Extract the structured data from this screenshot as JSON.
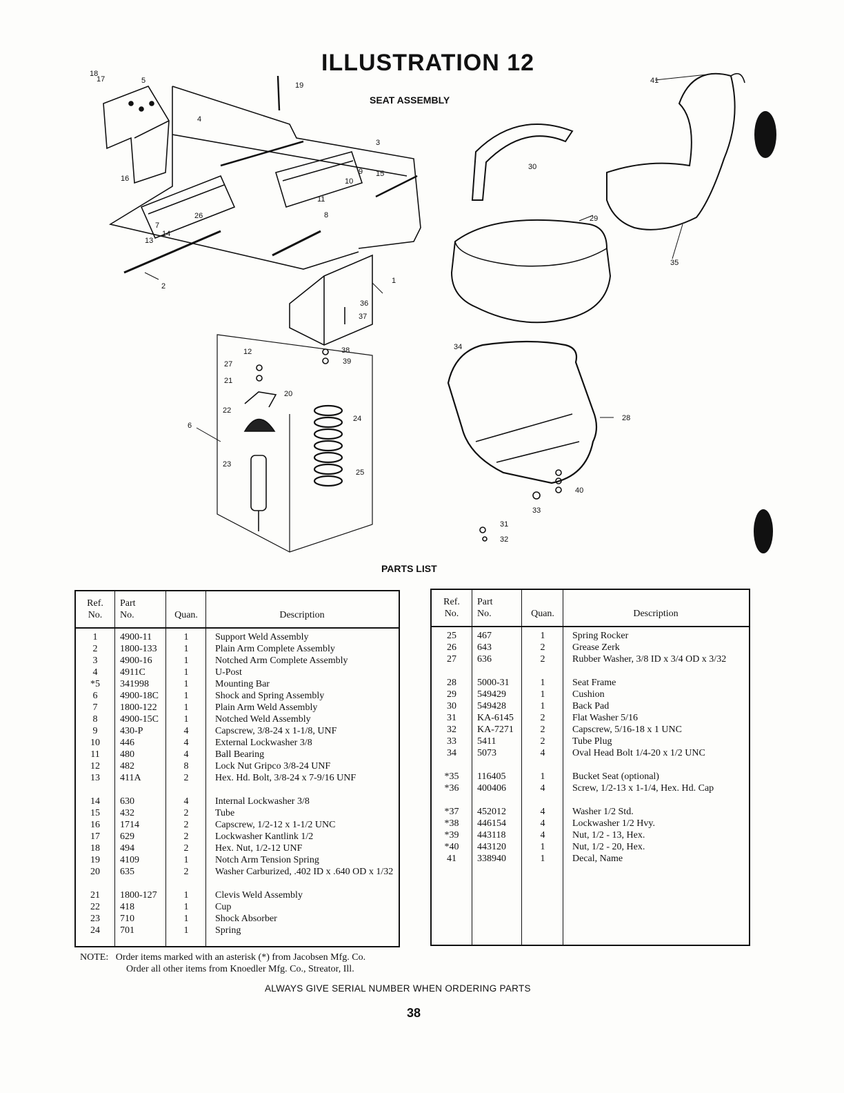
{
  "title": "ILLUSTRATION 12",
  "subtitle": "SEAT ASSEMBLY",
  "parts_list_heading": "PARTS LIST",
  "table_headers": {
    "ref": "Ref. No.",
    "part": "Part No.",
    "quan": "Quan.",
    "desc": "Description"
  },
  "left_table": [
    {
      "ref": "1",
      "part": "4900-11",
      "quan": "1",
      "desc": "Support Weld Assembly"
    },
    {
      "ref": "2",
      "part": "1800-133",
      "quan": "1",
      "desc": "Plain Arm Complete Assembly"
    },
    {
      "ref": "3",
      "part": "4900-16",
      "quan": "1",
      "desc": "Notched Arm Complete Assembly"
    },
    {
      "ref": "4",
      "part": "4911C",
      "quan": "1",
      "desc": "U-Post"
    },
    {
      "ref": "*5",
      "part": "341998",
      "quan": "1",
      "desc": "Mounting Bar"
    },
    {
      "ref": "6",
      "part": "4900-18C",
      "quan": "1",
      "desc": "Shock and Spring Assembly"
    },
    {
      "ref": "7",
      "part": "1800-122",
      "quan": "1",
      "desc": "Plain Arm Weld Assembly"
    },
    {
      "ref": "8",
      "part": "4900-15C",
      "quan": "1",
      "desc": "Notched Weld Assembly"
    },
    {
      "ref": "9",
      "part": "430-P",
      "quan": "4",
      "desc": "Capscrew, 3/8-24 x 1-1/8, UNF"
    },
    {
      "ref": "10",
      "part": "446",
      "quan": "4",
      "desc": "External Lockwasher 3/8"
    },
    {
      "ref": "11",
      "part": "480",
      "quan": "4",
      "desc": "Ball Bearing"
    },
    {
      "ref": "12",
      "part": "482",
      "quan": "8",
      "desc": "Lock Nut Gripco 3/8-24 UNF"
    },
    {
      "ref": "13",
      "part": "411A",
      "quan": "2",
      "desc": "Hex. Hd. Bolt, 3/8-24 x 7-9/16 UNF"
    },
    {
      "ref": "14",
      "part": "630",
      "quan": "4",
      "desc": "Internal Lockwasher 3/8"
    },
    {
      "ref": "15",
      "part": "432",
      "quan": "2",
      "desc": "Tube"
    },
    {
      "ref": "16",
      "part": "1714",
      "quan": "2",
      "desc": "Capscrew, 1/2-12 x 1-1/2 UNC"
    },
    {
      "ref": "17",
      "part": "629",
      "quan": "2",
      "desc": "Lockwasher Kantlink 1/2"
    },
    {
      "ref": "18",
      "part": "494",
      "quan": "2",
      "desc": "Hex. Nut, 1/2-12 UNF"
    },
    {
      "ref": "19",
      "part": "4109",
      "quan": "1",
      "desc": "Notch Arm Tension Spring"
    },
    {
      "ref": "20",
      "part": "635",
      "quan": "2",
      "desc": "Washer Carburized, .402 ID x .640 OD x 1/32"
    },
    {
      "ref": "21",
      "part": "1800-127",
      "quan": "1",
      "desc": "Clevis Weld Assembly"
    },
    {
      "ref": "22",
      "part": "418",
      "quan": "1",
      "desc": "Cup"
    },
    {
      "ref": "23",
      "part": "710",
      "quan": "1",
      "desc": "Shock Absorber"
    },
    {
      "ref": "24",
      "part": "701",
      "quan": "1",
      "desc": "Spring"
    }
  ],
  "right_table": [
    {
      "ref": "25",
      "part": "467",
      "quan": "1",
      "desc": "Spring Rocker"
    },
    {
      "ref": "26",
      "part": "643",
      "quan": "2",
      "desc": "Grease Zerk"
    },
    {
      "ref": "27",
      "part": "636",
      "quan": "2",
      "desc": "Rubber Washer, 3/8 ID x 3/4 OD x 3/32"
    },
    {
      "ref": "28",
      "part": "5000-31",
      "quan": "1",
      "desc": "Seat Frame"
    },
    {
      "ref": "29",
      "part": "549429",
      "quan": "1",
      "desc": "Cushion"
    },
    {
      "ref": "30",
      "part": "549428",
      "quan": "1",
      "desc": "Back Pad"
    },
    {
      "ref": "31",
      "part": "KA-6145",
      "quan": "2",
      "desc": "Flat Washer 5/16"
    },
    {
      "ref": "32",
      "part": "KA-7271",
      "quan": "2",
      "desc": "Capscrew, 5/16-18 x 1 UNC"
    },
    {
      "ref": "33",
      "part": "5411",
      "quan": "2",
      "desc": "Tube Plug"
    },
    {
      "ref": "34",
      "part": "5073",
      "quan": "4",
      "desc": "Oval Head Bolt 1/4-20 x 1/2 UNC"
    },
    {
      "ref": "*35",
      "part": "116405",
      "quan": "1",
      "desc": "Bucket Seat (optional)"
    },
    {
      "ref": "*36",
      "part": "400406",
      "quan": "4",
      "desc": "Screw, 1/2-13 x 1-1/4, Hex. Hd. Cap"
    },
    {
      "ref": "*37",
      "part": "452012",
      "quan": "4",
      "desc": "Washer 1/2 Std."
    },
    {
      "ref": "*38",
      "part": "446154",
      "quan": "4",
      "desc": "Lockwasher 1/2 Hvy."
    },
    {
      "ref": "*39",
      "part": "443118",
      "quan": "4",
      "desc": "Nut, 1/2 - 13, Hex."
    },
    {
      "ref": "*40",
      "part": "443120",
      "quan": "1",
      "desc": "Nut, 1/2 - 20, Hex."
    },
    {
      "ref": "41",
      "part": "338940",
      "quan": "1",
      "desc": "Decal, Name"
    }
  ],
  "note_label": "NOTE:",
  "note_line1": "Order items marked with an asterisk (*) from Jacobsen Mfg. Co.",
  "note_line2": "Order all other items from Knoedler Mfg. Co., Streator, Ill.",
  "footer_instruction": "ALWAYS GIVE SERIAL NUMBER WHEN ORDERING PARTS",
  "page_number": "38",
  "callouts": [
    "1",
    "2",
    "3",
    "4",
    "5",
    "6",
    "7",
    "8",
    "9",
    "10",
    "11",
    "12",
    "13",
    "14",
    "15",
    "16",
    "17",
    "18",
    "19",
    "20",
    "21",
    "22",
    "23",
    "24",
    "25",
    "26",
    "27",
    "28",
    "29",
    "30",
    "31",
    "32",
    "33",
    "34",
    "35",
    "36",
    "37",
    "38",
    "39",
    "40",
    "41"
  ]
}
